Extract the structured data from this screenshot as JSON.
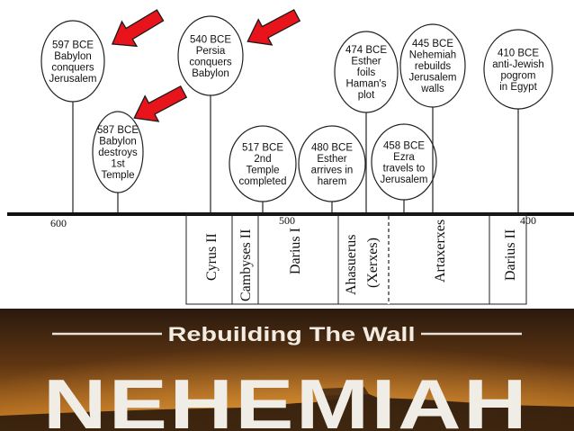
{
  "timeline": {
    "year_labels": [
      "600",
      "500",
      "400"
    ],
    "events": [
      {
        "lines": [
          "597 BCE",
          "Babylon",
          "conquers",
          "Jerusalem"
        ]
      },
      {
        "lines": [
          "587 BCE",
          "Babylon",
          "destroys",
          "1st",
          "Temple"
        ]
      },
      {
        "lines": [
          "540 BCE",
          "Persia",
          "conquers",
          "Babylon"
        ]
      },
      {
        "lines": [
          "517 BCE",
          "2nd",
          "Temple",
          "completed"
        ]
      },
      {
        "lines": [
          "480 BCE",
          "Esther",
          "arrives in",
          "harem"
        ]
      },
      {
        "lines": [
          "474 BCE",
          "Esther",
          "foils",
          "Haman's",
          "plot"
        ]
      },
      {
        "lines": [
          "458 BCE",
          "Ezra",
          "travels to",
          "Jerusalem"
        ]
      },
      {
        "lines": [
          "445 BCE",
          "Nehemiah",
          "rebuilds",
          "Jerusalem",
          "walls"
        ]
      },
      {
        "lines": [
          "410 BCE",
          "anti-Jewish",
          "pogrom",
          "in Egypt"
        ]
      }
    ],
    "kings": [
      {
        "lines": [
          "Cyrus II"
        ]
      },
      {
        "lines": [
          "Cambyses II"
        ]
      },
      {
        "lines": [
          "Darius I"
        ]
      },
      {
        "lines": [
          "Ahasuerus",
          "(Xerxes)"
        ]
      },
      {
        "lines": [
          "Artaxerxes"
        ]
      },
      {
        "lines": [
          "Darius II"
        ]
      }
    ],
    "arrow_color": "#e8141c"
  },
  "banner": {
    "subtitle": "Rebuilding The Wall",
    "title": "NEHEMIAH"
  }
}
